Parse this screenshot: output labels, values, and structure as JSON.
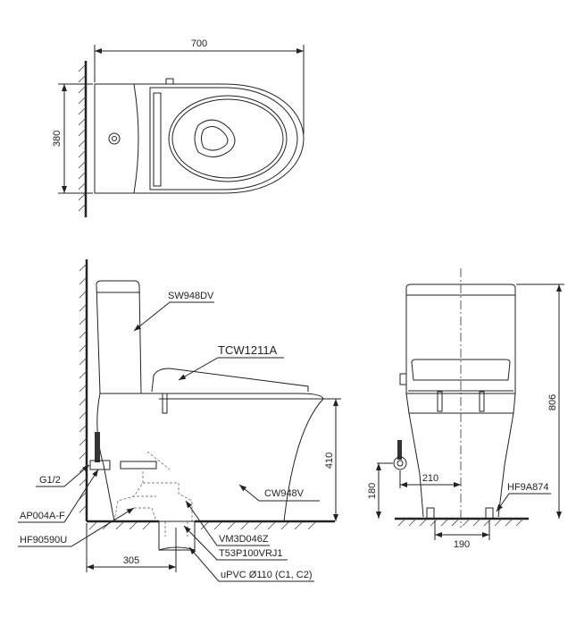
{
  "dimensions": {
    "top_width": "700",
    "top_depth": "380",
    "side_height": "410",
    "rough_in": "305",
    "total_height": "806",
    "supply_height": "180",
    "supply_offset": "210",
    "bolt_spacing": "190"
  },
  "parts": {
    "tank": "SW948DV",
    "seat": "TCW1211A",
    "bowl": "CW948V",
    "thread": "G1/2",
    "angle_valve": "AP004A-F",
    "fixing": "HF90590U",
    "flange": "VM3D046Z",
    "adapter": "T53P100VRJ1",
    "pipe": "uPVC Ø110 (C1, C2)",
    "bolt": "HF9A874"
  }
}
